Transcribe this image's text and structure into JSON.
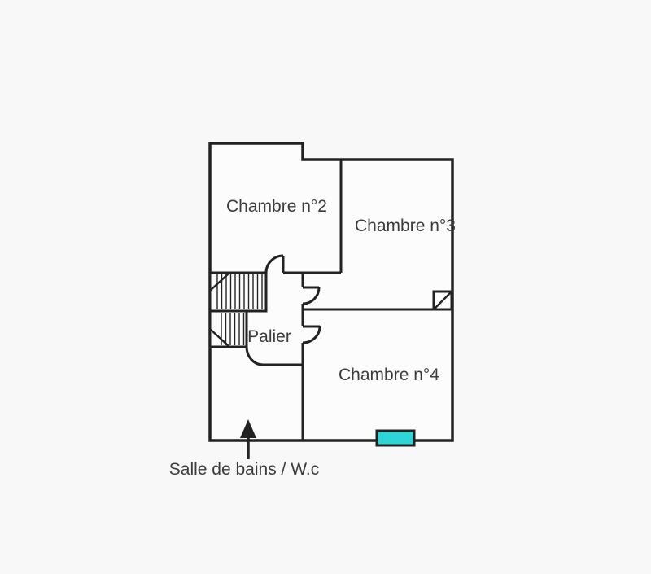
{
  "plan": {
    "kind": "floor-plan",
    "rooms": [
      {
        "id": "chambre-2",
        "label": "Chambre n°2"
      },
      {
        "id": "chambre-3",
        "label": "Chambre n°3"
      },
      {
        "id": "chambre-4",
        "label": "Chambre n°4"
      },
      {
        "id": "palier",
        "label": "Palier"
      },
      {
        "id": "salle-de-bains",
        "label": "Salle de bains / W.c"
      }
    ],
    "symbols": [
      {
        "name": "staircase-hatch"
      },
      {
        "name": "door-swing-chambre-2"
      },
      {
        "name": "door-swing-chambre-3"
      },
      {
        "name": "door-swing-chambre-4"
      },
      {
        "name": "door-swing-salle-de-bains"
      },
      {
        "name": "window-marker"
      },
      {
        "name": "corner-flue-marker"
      },
      {
        "name": "bathroom-pointer-arrow"
      }
    ],
    "colors": {
      "wall": "#222222",
      "window_fill": "#2dd5d8",
      "text": "#3c3c3c",
      "background": "#f8f8f8",
      "floor_fill": "#fcfcfc"
    }
  }
}
